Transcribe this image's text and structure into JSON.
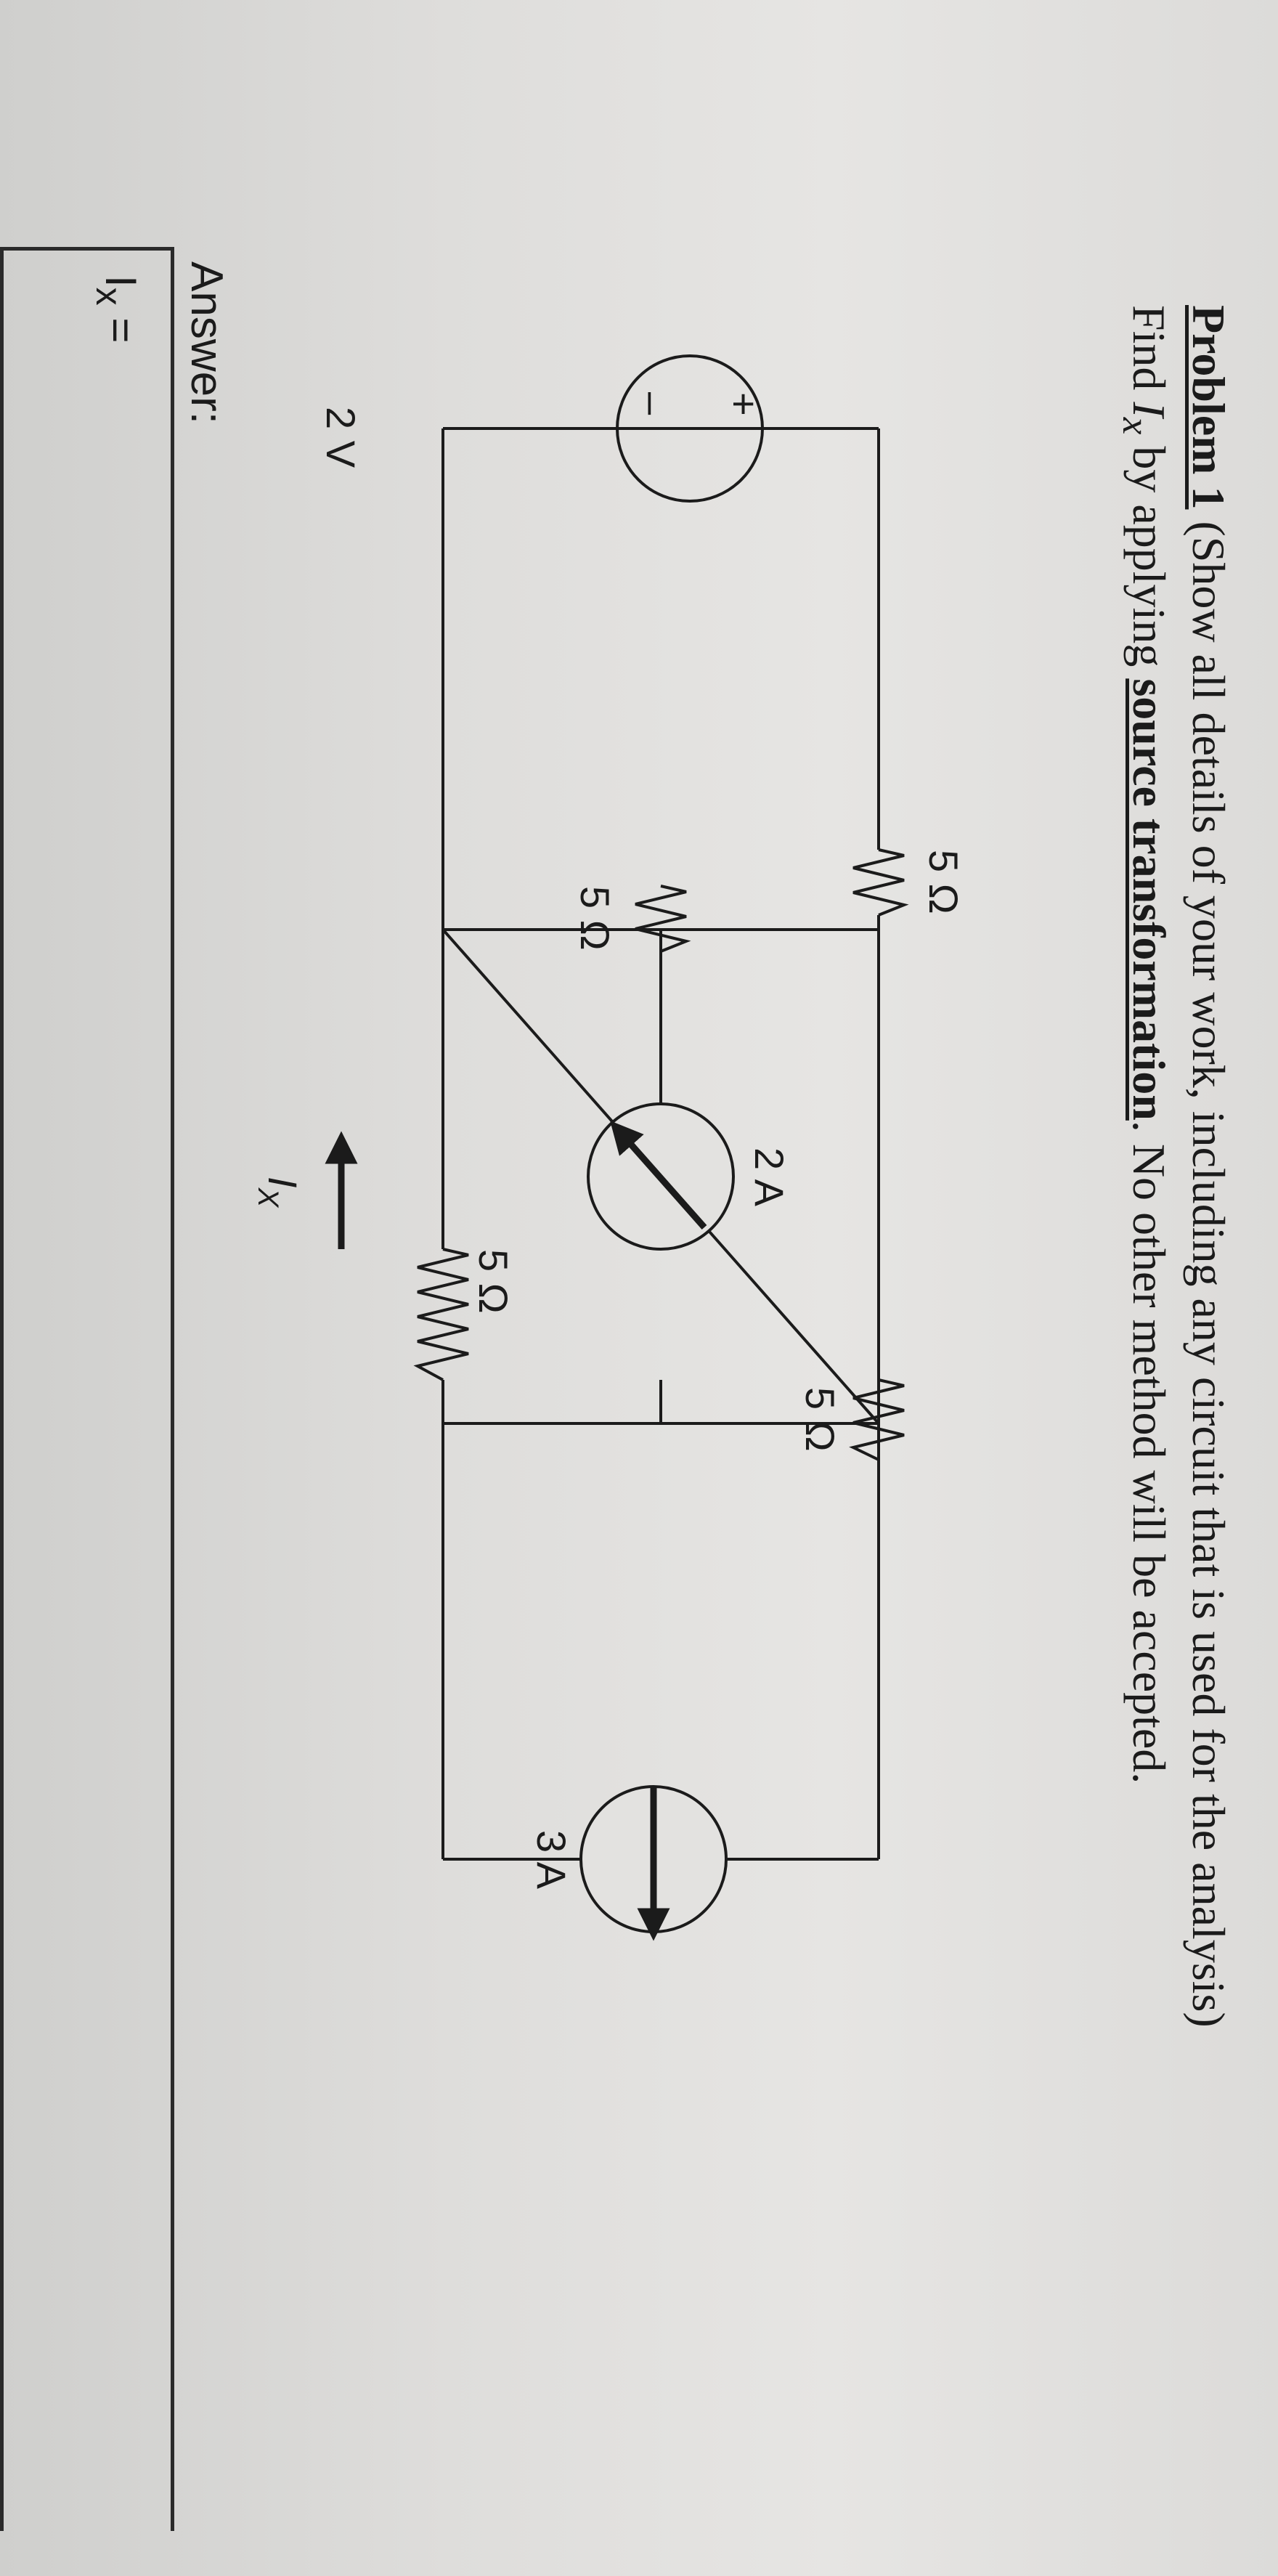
{
  "problem": {
    "label": "Problem 1",
    "text_line1": " (Show all details of your work, including any circuit that is used for the analysis)",
    "text_line2_pre": "Find ",
    "text_line2_var": "I",
    "text_line2_var_sub": "x",
    "text_line2_mid": " by applying ",
    "text_line2_method": "source transformation",
    "text_line2_post": ". No other method will be accepted."
  },
  "circuit": {
    "voltage_source": {
      "label": "2 V",
      "plus": "+",
      "minus": "–"
    },
    "resistor_top": "5 Ω",
    "resistor_left_middle": "5 Ω",
    "current_source_center": "2 A",
    "resistor_bottom_middle": "5 Ω",
    "current_label": "I",
    "current_label_sub": "X",
    "resistor_right_middle": "5 Ω",
    "current_source_right": "3 A"
  },
  "answer": {
    "label": "Answer:",
    "field_label": "I",
    "field_label_sub": "x",
    "field_equals": " ="
  }
}
